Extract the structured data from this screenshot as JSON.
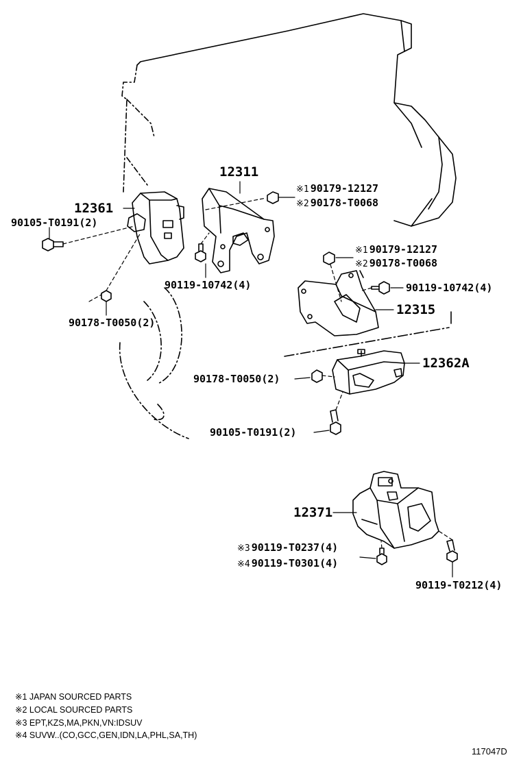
{
  "parts": {
    "p12311": "12311",
    "p12361": "12361",
    "p12315": "12315",
    "p12362a": "12362A",
    "p12371": "12371"
  },
  "fasteners": {
    "f1_mark": "※1",
    "f1": "90179-12127",
    "f2_mark": "※2",
    "f2": "90178-T0068",
    "f3": "90105-T0191(2)",
    "f4": "90119-10742(4)",
    "f5": "90178-T0050(2)",
    "f6_mark": "※1",
    "f6": "90179-12127",
    "f7_mark": "※2",
    "f7": "90178-T0068",
    "f8": "90119-10742(4)",
    "f9": "90178-T0050(2)",
    "f10": "90105-T0191(2)",
    "f11_mark": "※3",
    "f11": "90119-T0237(4)",
    "f12_mark": "※4",
    "f12": "90119-T0301(4)",
    "f13": "90119-T0212(4)"
  },
  "notes": [
    "※1 JAPAN SOURCED PARTS",
    "※2 LOCAL SOURCED PARTS",
    "※3 EPT,KZS,MA,PKN,VN:IDSUV",
    "※4 SUVW..(CO,GCC,GEN,IDN,LA,PHL,SA,TH)"
  ],
  "diagram_id": "117047D"
}
